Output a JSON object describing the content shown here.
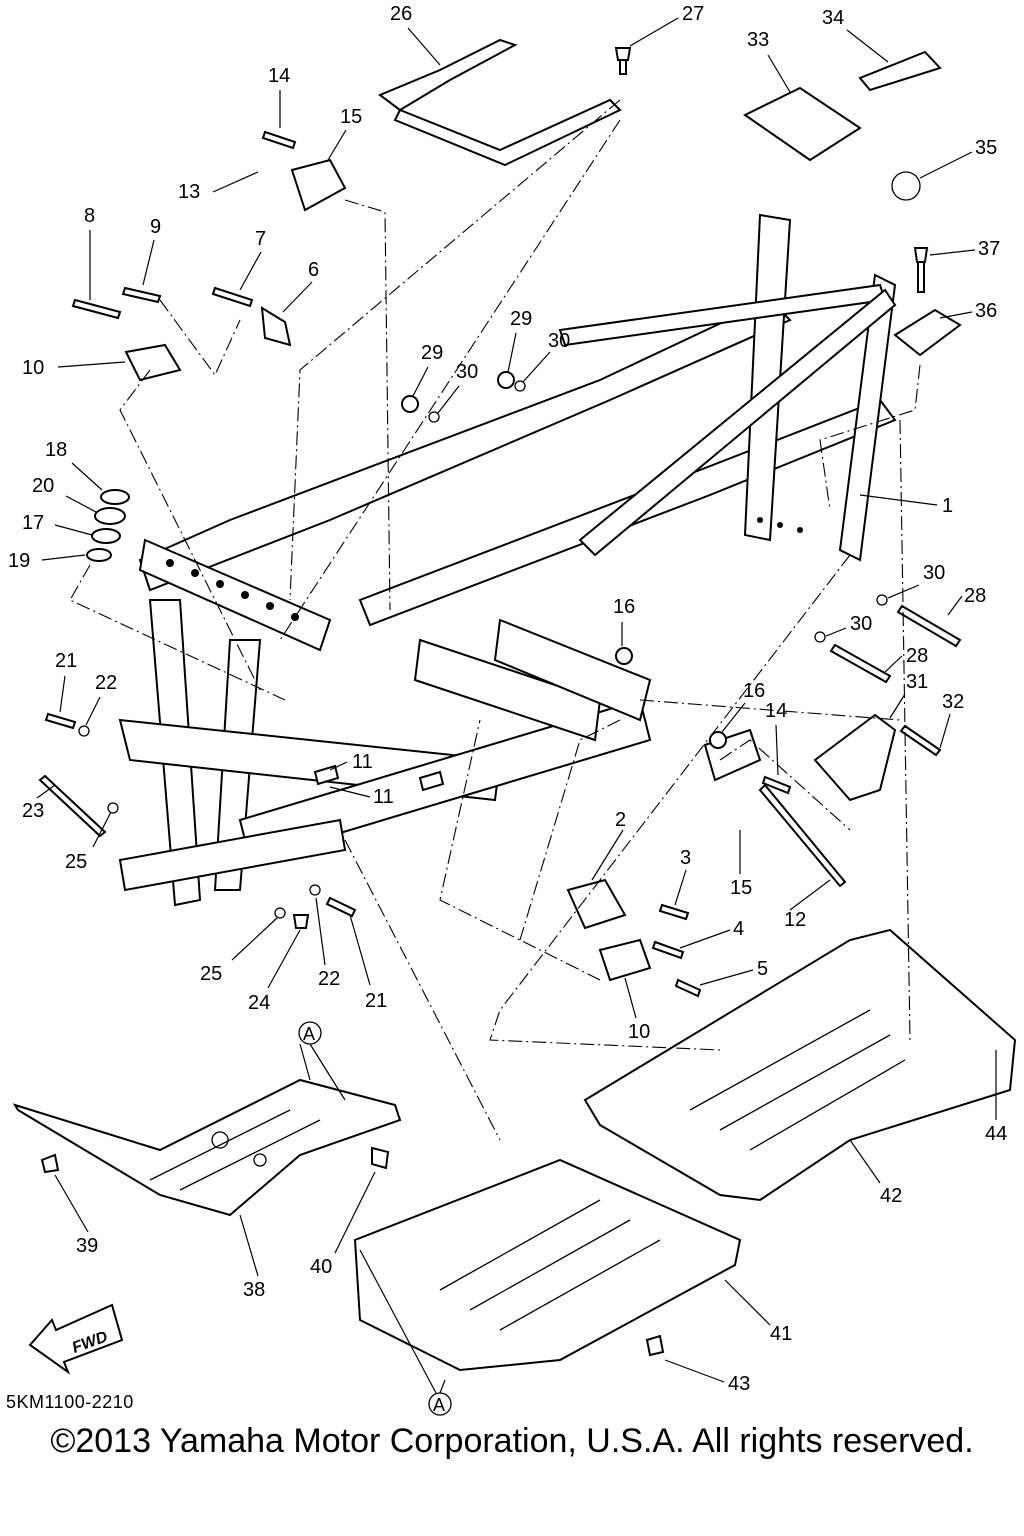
{
  "diagram_code": "5KM1100-2210",
  "copyright": "©2013 Yamaha Motor Corporation, U.S.A. All rights reserved.",
  "fwd_label": "FWD",
  "ref_mark": "A",
  "callouts": [
    "1",
    "2",
    "3",
    "4",
    "5",
    "6",
    "7",
    "8",
    "9",
    "10",
    "10",
    "11",
    "11",
    "12",
    "13",
    "14",
    "14",
    "15",
    "15",
    "16",
    "16",
    "17",
    "18",
    "19",
    "20",
    "21",
    "21",
    "22",
    "22",
    "23",
    "24",
    "25",
    "25",
    "26",
    "27",
    "28",
    "28",
    "29",
    "29",
    "30",
    "30",
    "30",
    "30",
    "31",
    "32",
    "33",
    "34",
    "35",
    "36",
    "37",
    "38",
    "39",
    "40",
    "41",
    "42",
    "43",
    "44"
  ]
}
